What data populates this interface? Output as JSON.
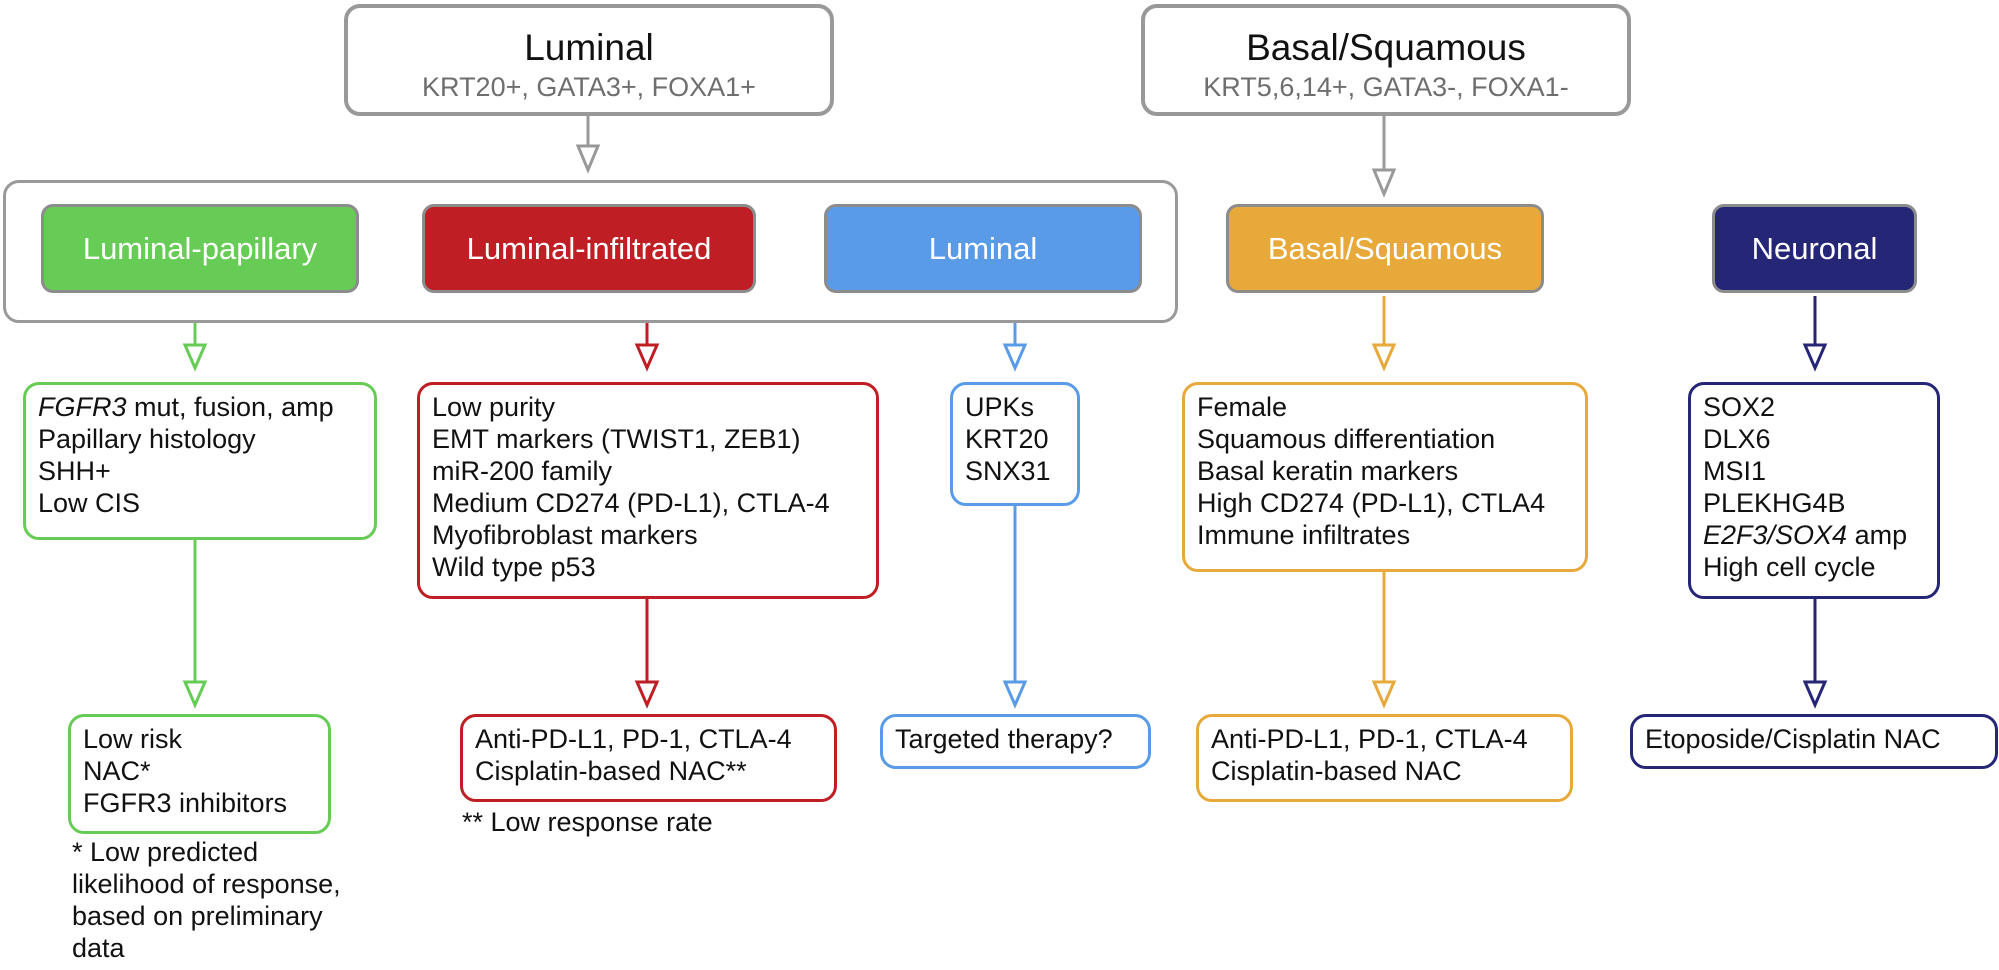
{
  "colors": {
    "green": "#66cc55",
    "red": "#be1e24",
    "blue": "#5a9be8",
    "orange": "#e6a93a",
    "navy": "#262677",
    "gray": "#999999"
  },
  "top": {
    "luminal": {
      "title": "Luminal",
      "markers": "KRT20+, GATA3+, FOXA1+"
    },
    "basal": {
      "title": "Basal/Squamous",
      "markers": "KRT5,6,14+, GATA3-, FOXA1-"
    }
  },
  "subtypes": {
    "luminal_papillary": "Luminal-papillary",
    "luminal_infiltrated": "Luminal-infiltrated",
    "luminal": "Luminal",
    "basal_squamous": "Basal/Squamous",
    "neuronal": "Neuronal"
  },
  "features": {
    "luminal_papillary": {
      "gene": "FGFR3",
      "gene_rest": " mut, fusion, amp",
      "lines": [
        "Papillary histology",
        "SHH+",
        "Low CIS"
      ]
    },
    "luminal_infiltrated": {
      "lines": [
        "Low purity",
        "EMT markers (TWIST1, ZEB1)",
        "miR-200 family",
        "Medium CD274 (PD-L1), CTLA-4",
        "Myofibroblast markers",
        "Wild type p53"
      ]
    },
    "luminal": {
      "lines": [
        "UPKs",
        "KRT20",
        "SNX31"
      ]
    },
    "basal_squamous": {
      "lines": [
        "Female",
        "Squamous differentiation",
        "Basal keratin markers",
        "High CD274 (PD-L1), CTLA4",
        "Immune infiltrates"
      ]
    },
    "neuronal": {
      "lines": [
        "SOX2",
        "DLX6",
        "MSI1",
        "PLEKHG4B"
      ],
      "gene": "E2F3/SOX4",
      "gene_rest": " amp",
      "last": "High cell cycle"
    }
  },
  "therapy": {
    "luminal_papillary": [
      "Low risk",
      "NAC*",
      "FGFR3 inhibitors"
    ],
    "luminal_infiltrated": [
      "Anti-PD-L1, PD-1, CTLA-4",
      "Cisplatin-based NAC**"
    ],
    "luminal": [
      "Targeted therapy?"
    ],
    "basal_squamous": [
      "Anti-PD-L1, PD-1, CTLA-4",
      "Cisplatin-based NAC"
    ],
    "neuronal": [
      "Etoposide/Cisplatin NAC"
    ]
  },
  "notes": {
    "single": [
      "* Low predicted",
      "likelihood of response,",
      "based on preliminary",
      "data"
    ],
    "double": "** Low response rate"
  }
}
